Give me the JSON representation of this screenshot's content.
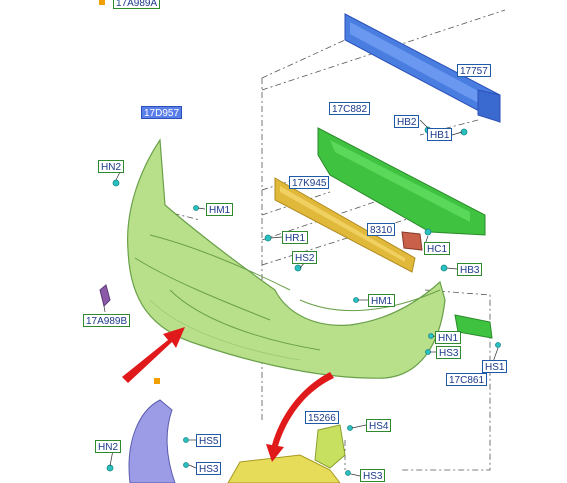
{
  "labels": {
    "p17A989A": "17A989A",
    "p17757": "17757",
    "p17D957": "17D957",
    "p17C882": "17C882",
    "HB2": "HB2",
    "HB1": "HB1",
    "HN2a": "HN2",
    "HM1a": "HM1",
    "p17K945": "17K945",
    "HR1": "HR1",
    "p8310": "8310",
    "HC1": "HC1",
    "HS2": "HS2",
    "HB3": "HB3",
    "HM1b": "HM1",
    "p17A989B": "17A989B",
    "HN1": "HN1",
    "HS3a": "HS3",
    "HS1": "HS1",
    "p17C861": "17C861",
    "p15266": "15266",
    "HS4": "HS4",
    "HN2b": "HN2",
    "HS5": "HS5",
    "HS3b": "HS3",
    "HS3c": "HS3"
  },
  "colors": {
    "bumper": "#b8e08a",
    "beam": "#4a7de0",
    "absorber": "#3fc23f",
    "lower_absorber": "#e0b83a",
    "bracket": "#9b9be6",
    "splash": "#e6dc5a",
    "arrow": "#e01a1a",
    "clip": "#2ac0c0"
  }
}
